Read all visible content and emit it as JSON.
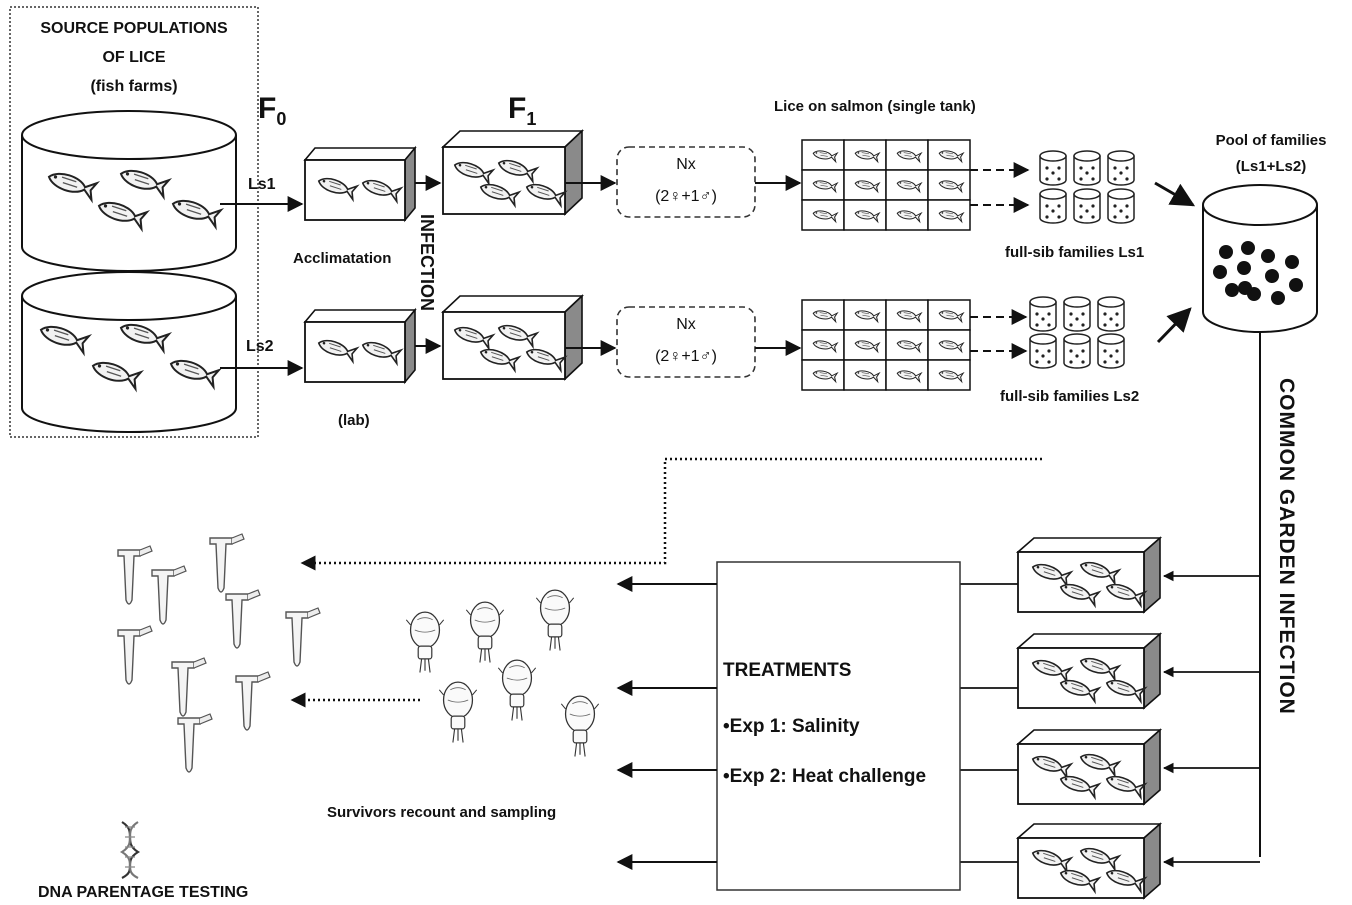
{
  "source": {
    "title_line1": "SOURCE POPULATIONS",
    "title_line2": "OF LICE",
    "subtitle": "(fish farms)"
  },
  "generations": {
    "f0_base": "F",
    "f0_sub": "0",
    "f1_base": "F",
    "f1_sub": "1"
  },
  "lines": {
    "ls1": "Ls1",
    "ls2": "Ls2"
  },
  "acclimation": {
    "label": "Acclimatation",
    "lab": "(lab)"
  },
  "infection_label": "INFECTION",
  "cross": {
    "nx": "Nx",
    "formula": "(2♀+1♂)"
  },
  "lice_on_salmon": "Lice on salmon (single tank)",
  "families": {
    "ls1": "full-sib families Ls1",
    "ls2": "full-sib families Ls2"
  },
  "pool": {
    "line1": "Pool of families",
    "line2": "(Ls1+Ls2)"
  },
  "common_garden": "COMMON GARDEN INFECTION",
  "treatments": {
    "title": "TREATMENTS",
    "exp1": "•Exp 1: Salinity",
    "exp2": "•Exp 2: Heat challenge"
  },
  "survivors": "Survivors recount and sampling",
  "dna": "DNA PARENTAGE TESTING"
}
